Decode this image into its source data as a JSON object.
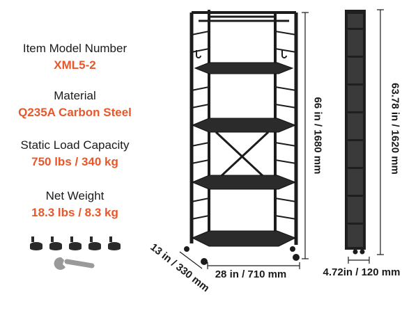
{
  "specs": [
    {
      "label": "Item Model Number",
      "value": "XML5-2"
    },
    {
      "label": "Material",
      "value": "Q235A Carbon Steel"
    },
    {
      "label": "Static Load Capacity",
      "value": "750 lbs / 340 kg"
    },
    {
      "label": "Net Weight",
      "value": "18.3 lbs / 8.3 kg"
    }
  ],
  "dimensions": {
    "height": "66 in / 1680 mm",
    "width": "28 in / 710 mm",
    "depth": "13 in / 330 mm",
    "folded_height": "63.78 in / 1620 mm",
    "folded_thickness": "4.72in / 120 mm"
  },
  "colors": {
    "accent": "#e8572a",
    "frame": "#1c1c1c"
  }
}
